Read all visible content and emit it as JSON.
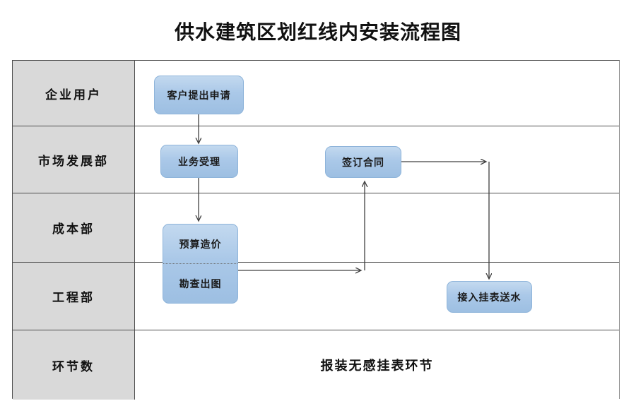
{
  "title": "供水建筑区划红线内安装流程图",
  "lanes": [
    {
      "label": "企业用户"
    },
    {
      "label": "市场发展部"
    },
    {
      "label": "成本部"
    },
    {
      "label": "工程部"
    },
    {
      "label": "环节数"
    }
  ],
  "nodes": {
    "apply": "客户提出申请",
    "accept": "业务受理",
    "contract": "签订合同",
    "budget": "预算造价",
    "survey": "勘查出图",
    "connect": "接入挂表送水"
  },
  "footer": {
    "text": "报装无感挂表环节"
  },
  "colors": {
    "node_fill": "#aac8e8",
    "node_border": "#8eb4da",
    "lane_header_bg": "#d9d9d9",
    "table_border": "#4d4d4d",
    "arrow": "#404040"
  }
}
